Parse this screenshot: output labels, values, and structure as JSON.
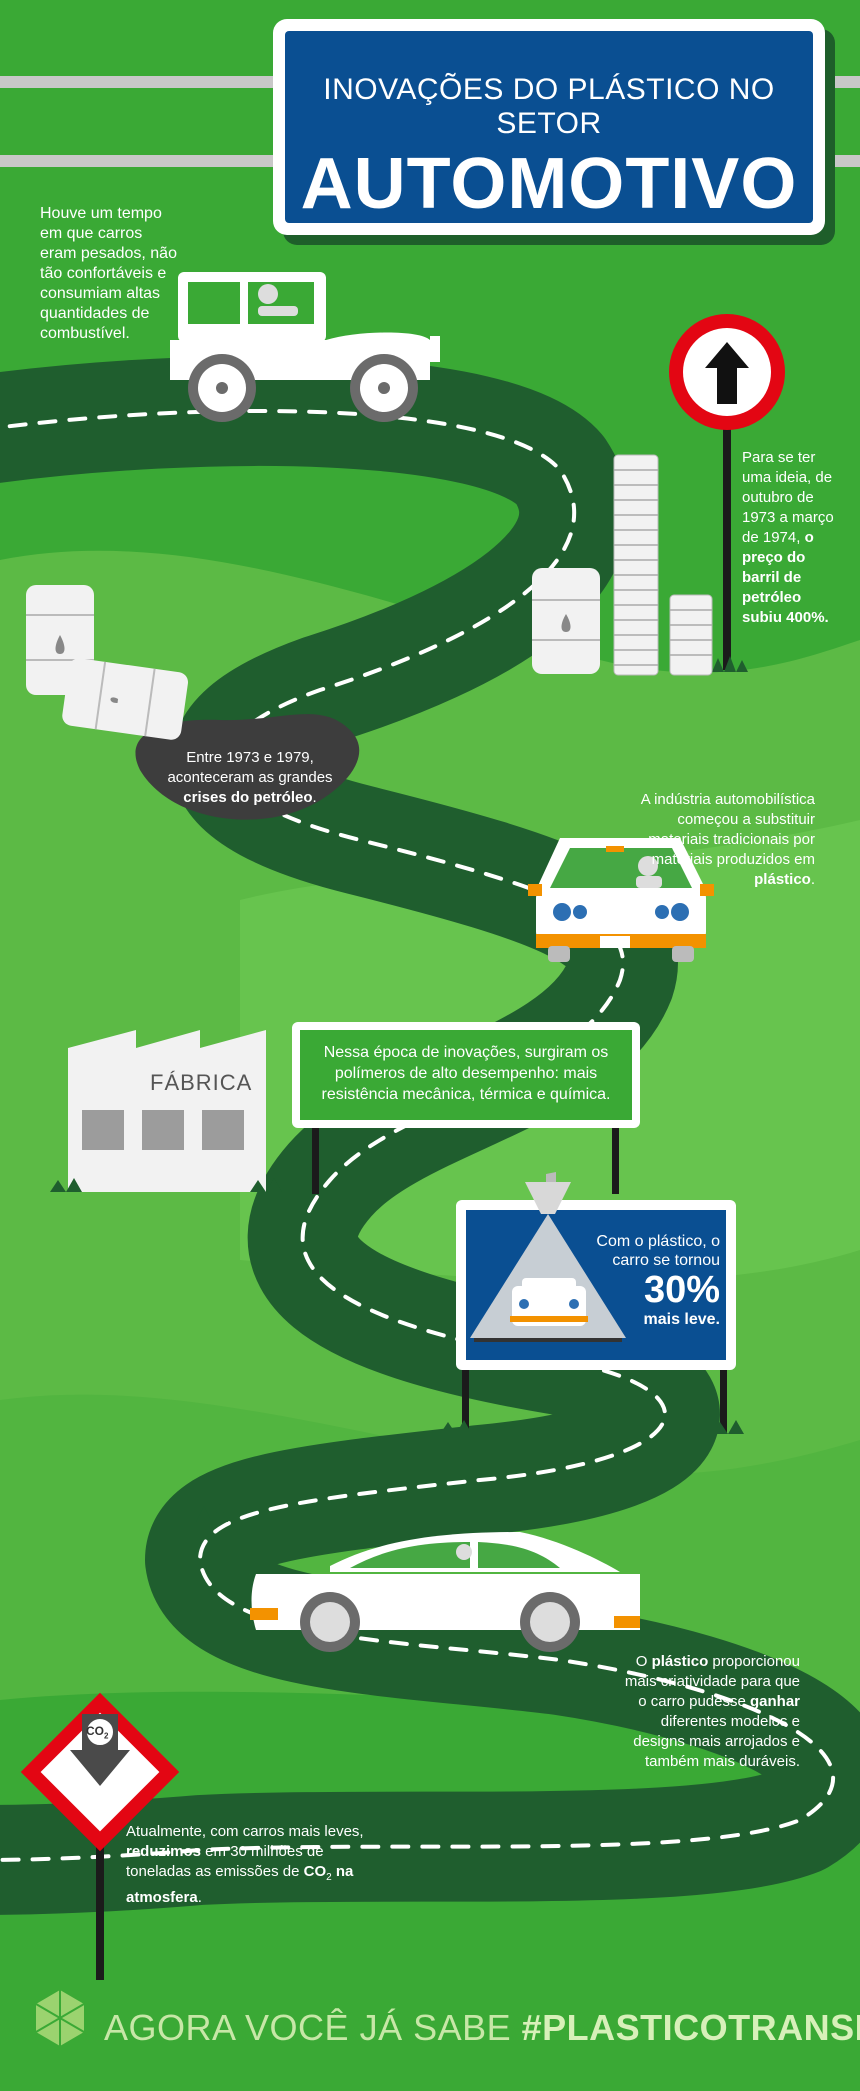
{
  "title": {
    "line1": "INOVAÇÕES DO PLÁSTICO NO SETOR",
    "line2": "AUTOMOTIVO"
  },
  "texts": {
    "intro": "Houve um tempo em que carros eram pesados, não tão confortáveis e consumiam altas quantidades de combustível.",
    "price_part1": "Para se ter uma ideia, de outubro de 1973 a março de 1974, ",
    "price_bold": "o preço do barril de petróleo subiu 400%.",
    "crisis_part1": "Entre 1973 e 1979, aconteceram as grandes ",
    "crisis_bold": "crises do petróleo",
    "crisis_end": ".",
    "industry_part1": "A indústria automobilística começou a substituir materiais tradicionais por materiais produzidos em ",
    "industry_bold": "plástico",
    "industry_end": ".",
    "polymers": "Nessa época de inovações, surgiram os polímeros de alto desempenho: mais resistência mecânica, térmica e química.",
    "factory_label": "FÁBRICA",
    "lighter_text": "Com o plástico, o carro se tornou",
    "lighter_pct": "30%",
    "lighter_suffix": "mais leve.",
    "creativity_part1": "O ",
    "creativity_bold1": "plástico",
    "creativity_part2": " proporcionou mais criatividade para que o carro pudesse ",
    "creativity_bold2": "ganhar",
    "creativity_part3": " diferentes modelos e designs mais arrojados e também mais duráveis.",
    "emissions_part1": "Atualmente, com carros mais leves, ",
    "emissions_bold1": "reduzimos",
    "emissions_part2": " em 30 milhões de toneladas as emissões de ",
    "emissions_bold2": "CO",
    "emissions_sub": "2",
    "emissions_bold3": " na atmosfera",
    "emissions_end": ".",
    "co2_icon_label": "CO",
    "co2_icon_sub": "2",
    "footer_prefix": "AGORA VOCÊ JÁ SABE ",
    "footer_hashtag": "#PLASTICOTRANSFORMA"
  },
  "colors": {
    "background": "#3aa935",
    "road": "#1f5e2e",
    "title_blue": "#0a4f92",
    "hill_light": "#67c44e",
    "accent_orange": "#f39200",
    "sign_red": "#e30613"
  },
  "icons": [
    "old-car-icon",
    "road-sign-arrow-icon",
    "coin-stack-icon",
    "oil-barrel-icon",
    "oil-spill-icon",
    "modern-car-icon",
    "factory-icon",
    "hatchback-car-icon",
    "sedan-car-icon",
    "co2-warning-sign-icon",
    "hexagon-logo-icon"
  ]
}
